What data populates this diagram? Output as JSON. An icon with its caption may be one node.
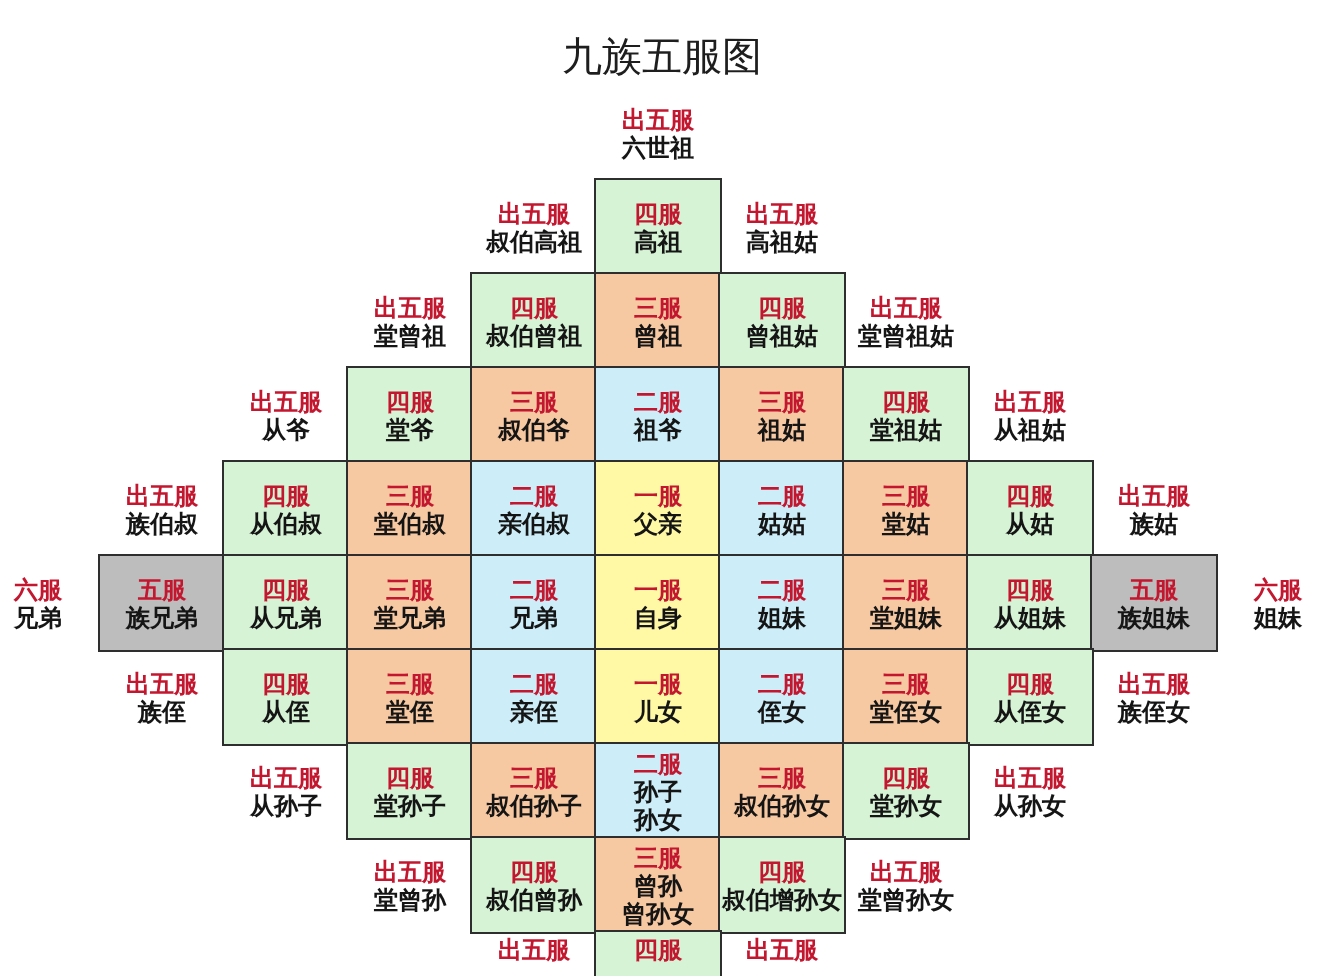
{
  "diagram": {
    "title": "九族五服图",
    "nodes": [
      {
        "text": [
          "四服",
          "高祖"
        ]
      },
      {
        "text": [
          "四服",
          "叔伯曾祖"
        ]
      },
      {
        "text": [
          "三服",
          "曾祖"
        ]
      },
      {
        "text": [
          "四服",
          "曾祖姑"
        ]
      },
      {
        "text": [
          "四服",
          "堂爷"
        ]
      },
      {
        "text": [
          "三服",
          "叔伯爷"
        ]
      },
      {
        "text": [
          "二服",
          "祖爷"
        ]
      },
      {
        "text": [
          "三服",
          "祖姑"
        ]
      },
      {
        "text": [
          "四服",
          "堂祖姑"
        ]
      },
      {
        "text": [
          "四服",
          "从伯叔"
        ]
      },
      {
        "text": [
          "三服",
          "堂伯叔"
        ]
      },
      {
        "text": [
          "二服",
          "亲伯叔"
        ]
      },
      {
        "text": [
          "一服",
          "父亲"
        ]
      },
      {
        "text": [
          "二服",
          "姑姑"
        ]
      },
      {
        "text": [
          "三服",
          "堂姑"
        ]
      },
      {
        "text": [
          "四服",
          "从姑"
        ]
      },
      {
        "text": [
          "五服",
          "族兄弟"
        ]
      },
      {
        "text": [
          "四服",
          "从兄弟"
        ]
      },
      {
        "text": [
          "三服",
          "堂兄弟"
        ]
      },
      {
        "text": [
          "二服",
          "兄弟"
        ]
      },
      {
        "text": [
          "一服",
          "自身"
        ]
      },
      {
        "text": [
          "二服",
          "姐妹"
        ]
      },
      {
        "text": [
          "三服",
          "堂姐妹"
        ]
      },
      {
        "text": [
          "四服",
          "从姐妹"
        ]
      },
      {
        "text": [
          "五服",
          "族姐妹"
        ]
      },
      {
        "text": [
          "四服",
          "从侄"
        ]
      },
      {
        "text": [
          "三服",
          "堂侄"
        ]
      },
      {
        "text": [
          "二服",
          "亲侄"
        ]
      },
      {
        "text": [
          "一服",
          "儿女"
        ]
      },
      {
        "text": [
          "二服",
          "侄女"
        ]
      },
      {
        "text": [
          "三服",
          "堂侄女"
        ]
      },
      {
        "text": [
          "四服",
          "从侄女"
        ]
      },
      {
        "text": [
          "四服",
          "堂孙子"
        ]
      },
      {
        "text": [
          "三服",
          "叔伯孙子"
        ]
      },
      {
        "text": [
          "二服",
          "孙子",
          "孙女"
        ]
      },
      {
        "text": [
          "三服",
          "叔伯孙女"
        ]
      },
      {
        "text": [
          "四服",
          "堂孙女"
        ]
      },
      {
        "text": [
          "四服",
          "叔伯曾孙"
        ]
      },
      {
        "text": [
          "三服",
          "曾孙",
          "曾孙女"
        ]
      },
      {
        "text": [
          "四服",
          "叔伯增孙女"
        ]
      },
      {
        "text": [
          "四服"
        ]
      }
    ],
    "labels": [
      "出五服",
      "六世祖",
      "出五服",
      "叔伯高祖",
      "出五服",
      "高祖姑",
      "出五服",
      "堂曾祖",
      "出五服",
      "堂曾祖姑",
      "出五服",
      "从爷",
      "出五服",
      "从祖姑",
      "出五服",
      "族伯叔",
      "出五服",
      "族姑",
      "六服",
      "兄弟",
      "六服",
      "姐妹",
      "出五服",
      "族侄",
      "出五服",
      "族侄女",
      "出五服",
      "从孙子",
      "出五服",
      "从孙女",
      "出五服",
      "堂曾孙",
      "出五服",
      "堂曾孙女",
      "出五服",
      "出五服"
    ]
  }
}
